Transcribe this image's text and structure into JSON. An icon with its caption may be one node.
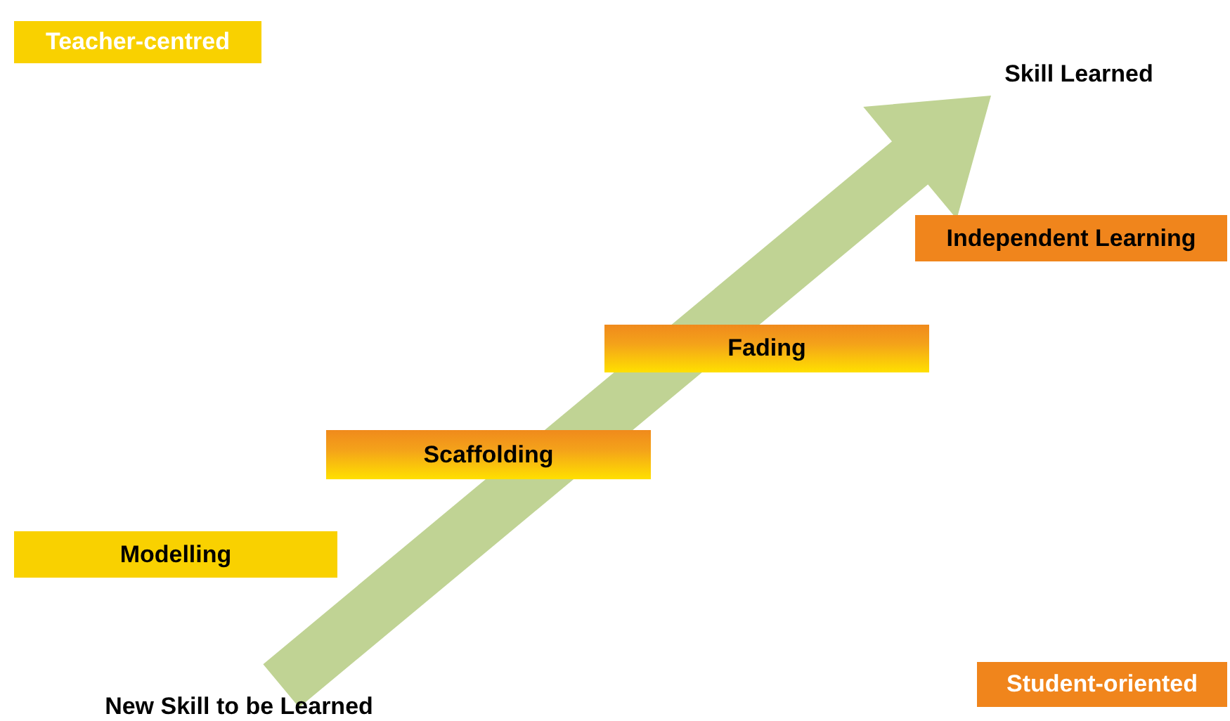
{
  "diagram": {
    "nodes": [
      {
        "text": [
          "Teacher-centred"
        ]
      },
      {
        "text": [
          "Skill Learned"
        ]
      },
      {
        "text": [
          "Independent Learning"
        ]
      },
      {
        "text": [
          "Fading"
        ]
      },
      {
        "text": [
          "Scaffolding"
        ]
      },
      {
        "text": [
          "Modelling"
        ]
      },
      {
        "text": [
          "Student-oriented"
        ]
      },
      {
        "text": [
          "New Skill to be Learned"
        ]
      }
    ],
    "edges": [
      {
        "from": 7,
        "to": 1,
        "arrow": "to",
        "style": "thick",
        "color": "#c0d394"
      }
    ]
  }
}
